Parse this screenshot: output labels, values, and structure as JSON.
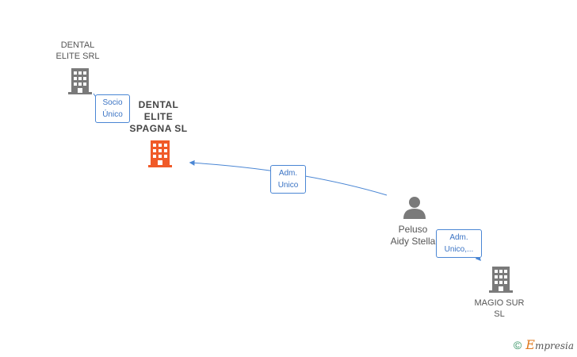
{
  "nodes": {
    "dental_elite_srl": {
      "label": "DENTAL\nELITE SRL",
      "type": "company"
    },
    "dental_elite_spagna": {
      "label": "DENTAL\nELITE\nSPAGNA  SL",
      "type": "company-main"
    },
    "peluso": {
      "label": "Peluso\nAidy Stella",
      "type": "person"
    },
    "magio_sur": {
      "label": "MAGIO SUR\nSL",
      "type": "company"
    }
  },
  "edges": {
    "socio_unico": {
      "line1": "Socio",
      "line2": "Único"
    },
    "adm_unico": {
      "line1": "Adm.",
      "line2": "Unico"
    },
    "adm_unico_2": {
      "line1": "Adm.",
      "line2": "Unico,..."
    }
  },
  "colors": {
    "company_icon": "#7a7a7a",
    "main_company_icon": "#f05a28",
    "person_icon": "#7a7a7a",
    "edge": "#4a86d4"
  },
  "footer": {
    "copyright": "©",
    "brand_initial": "E",
    "brand_rest": "mpresia"
  }
}
